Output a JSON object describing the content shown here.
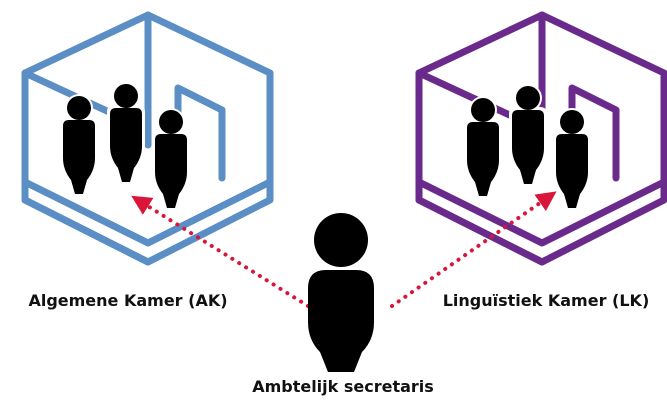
{
  "rooms": {
    "ak": {
      "label": "Algemene Kamer (AK)",
      "color": "#5b8ec4",
      "icon": "room-isometric-icon"
    },
    "lk": {
      "label": "Linguïstiek Kamer (LK)",
      "color": "#6a2a8c",
      "icon": "room-isometric-icon"
    }
  },
  "secretary": {
    "label": "Ambtelijk secretaris",
    "icon": "person-icon"
  },
  "connector": {
    "color": "#d9163a",
    "style": "dotted-arrow"
  }
}
